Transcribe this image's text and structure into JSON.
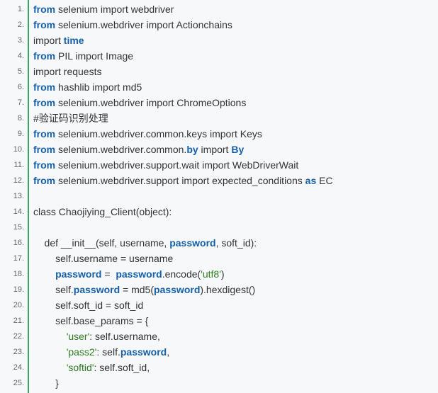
{
  "theme": {
    "keyword": "#1560a8",
    "string": "#2e7d20",
    "text": "#333333",
    "gutter_border": "#3aa55c",
    "background": "#f7f8fa"
  },
  "code": {
    "lines": [
      {
        "number": "1.",
        "tokens": [
          {
            "t": "from",
            "k": true
          },
          {
            "t": " selenium import webdriver"
          }
        ]
      },
      {
        "number": "2.",
        "tokens": [
          {
            "t": "from",
            "k": true
          },
          {
            "t": " selenium.webdriver import Actionchains"
          }
        ]
      },
      {
        "number": "3.",
        "tokens": [
          {
            "t": "import "
          },
          {
            "t": "time",
            "k": true
          }
        ]
      },
      {
        "number": "4.",
        "tokens": [
          {
            "t": "from",
            "k": true
          },
          {
            "t": " PIL import Image"
          }
        ]
      },
      {
        "number": "5.",
        "tokens": [
          {
            "t": "import requests"
          }
        ]
      },
      {
        "number": "6.",
        "tokens": [
          {
            "t": "from",
            "k": true
          },
          {
            "t": " hashlib import md5"
          }
        ]
      },
      {
        "number": "7.",
        "tokens": [
          {
            "t": "from",
            "k": true
          },
          {
            "t": " selenium.webdriver import ChromeOptions"
          }
        ]
      },
      {
        "number": "8.",
        "tokens": [
          {
            "t": "#验证码识别处理"
          }
        ]
      },
      {
        "number": "9.",
        "tokens": [
          {
            "t": "from",
            "k": true
          },
          {
            "t": " selenium.webdriver.common.keys import Keys"
          }
        ]
      },
      {
        "number": "10.",
        "tokens": [
          {
            "t": "from",
            "k": true
          },
          {
            "t": " selenium.webdriver.common."
          },
          {
            "t": "by",
            "k": true
          },
          {
            "t": " import "
          },
          {
            "t": "By",
            "k": true
          }
        ]
      },
      {
        "number": "11.",
        "tokens": [
          {
            "t": "from",
            "k": true
          },
          {
            "t": " selenium.webdriver.support.wait import WebDriverWait"
          }
        ]
      },
      {
        "number": "12.",
        "tokens": [
          {
            "t": "from",
            "k": true
          },
          {
            "t": " selenium.webdriver.support import expected_conditions "
          },
          {
            "t": "as",
            "k": true
          },
          {
            "t": " EC"
          }
        ]
      },
      {
        "number": "13.",
        "tokens": []
      },
      {
        "number": "14.",
        "tokens": [
          {
            "t": "class Chaojiying_Client(object):"
          }
        ]
      },
      {
        "number": "15.",
        "tokens": []
      },
      {
        "number": "16.",
        "tokens": [
          {
            "t": "    def __init__(self, username, "
          },
          {
            "t": "password",
            "k": true
          },
          {
            "t": ", soft_id):"
          }
        ]
      },
      {
        "number": "17.",
        "tokens": [
          {
            "t": "        self.username = username"
          }
        ]
      },
      {
        "number": "18.",
        "tokens": [
          {
            "t": "        "
          },
          {
            "t": "password",
            "k": true
          },
          {
            "t": " =  "
          },
          {
            "t": "password",
            "k": true
          },
          {
            "t": ".encode("
          },
          {
            "t": "'utf8'",
            "s": true
          },
          {
            "t": ")"
          }
        ]
      },
      {
        "number": "19.",
        "tokens": [
          {
            "t": "        self."
          },
          {
            "t": "password",
            "k": true
          },
          {
            "t": " = md5("
          },
          {
            "t": "password",
            "k": true
          },
          {
            "t": ").hexdigest()"
          }
        ]
      },
      {
        "number": "20.",
        "tokens": [
          {
            "t": "        self.soft_id = soft_id"
          }
        ]
      },
      {
        "number": "21.",
        "tokens": [
          {
            "t": "        self.base_params = {"
          }
        ]
      },
      {
        "number": "22.",
        "tokens": [
          {
            "t": "            "
          },
          {
            "t": "'user'",
            "s": true
          },
          {
            "t": ": self.username,"
          }
        ]
      },
      {
        "number": "23.",
        "tokens": [
          {
            "t": "            "
          },
          {
            "t": "'pass2'",
            "s": true
          },
          {
            "t": ": self."
          },
          {
            "t": "password",
            "k": true
          },
          {
            "t": ","
          }
        ]
      },
      {
        "number": "24.",
        "tokens": [
          {
            "t": "            "
          },
          {
            "t": "'softid'",
            "s": true
          },
          {
            "t": ": self.soft_id,"
          }
        ]
      },
      {
        "number": "25.",
        "tokens": [
          {
            "t": "        }"
          }
        ]
      }
    ]
  }
}
